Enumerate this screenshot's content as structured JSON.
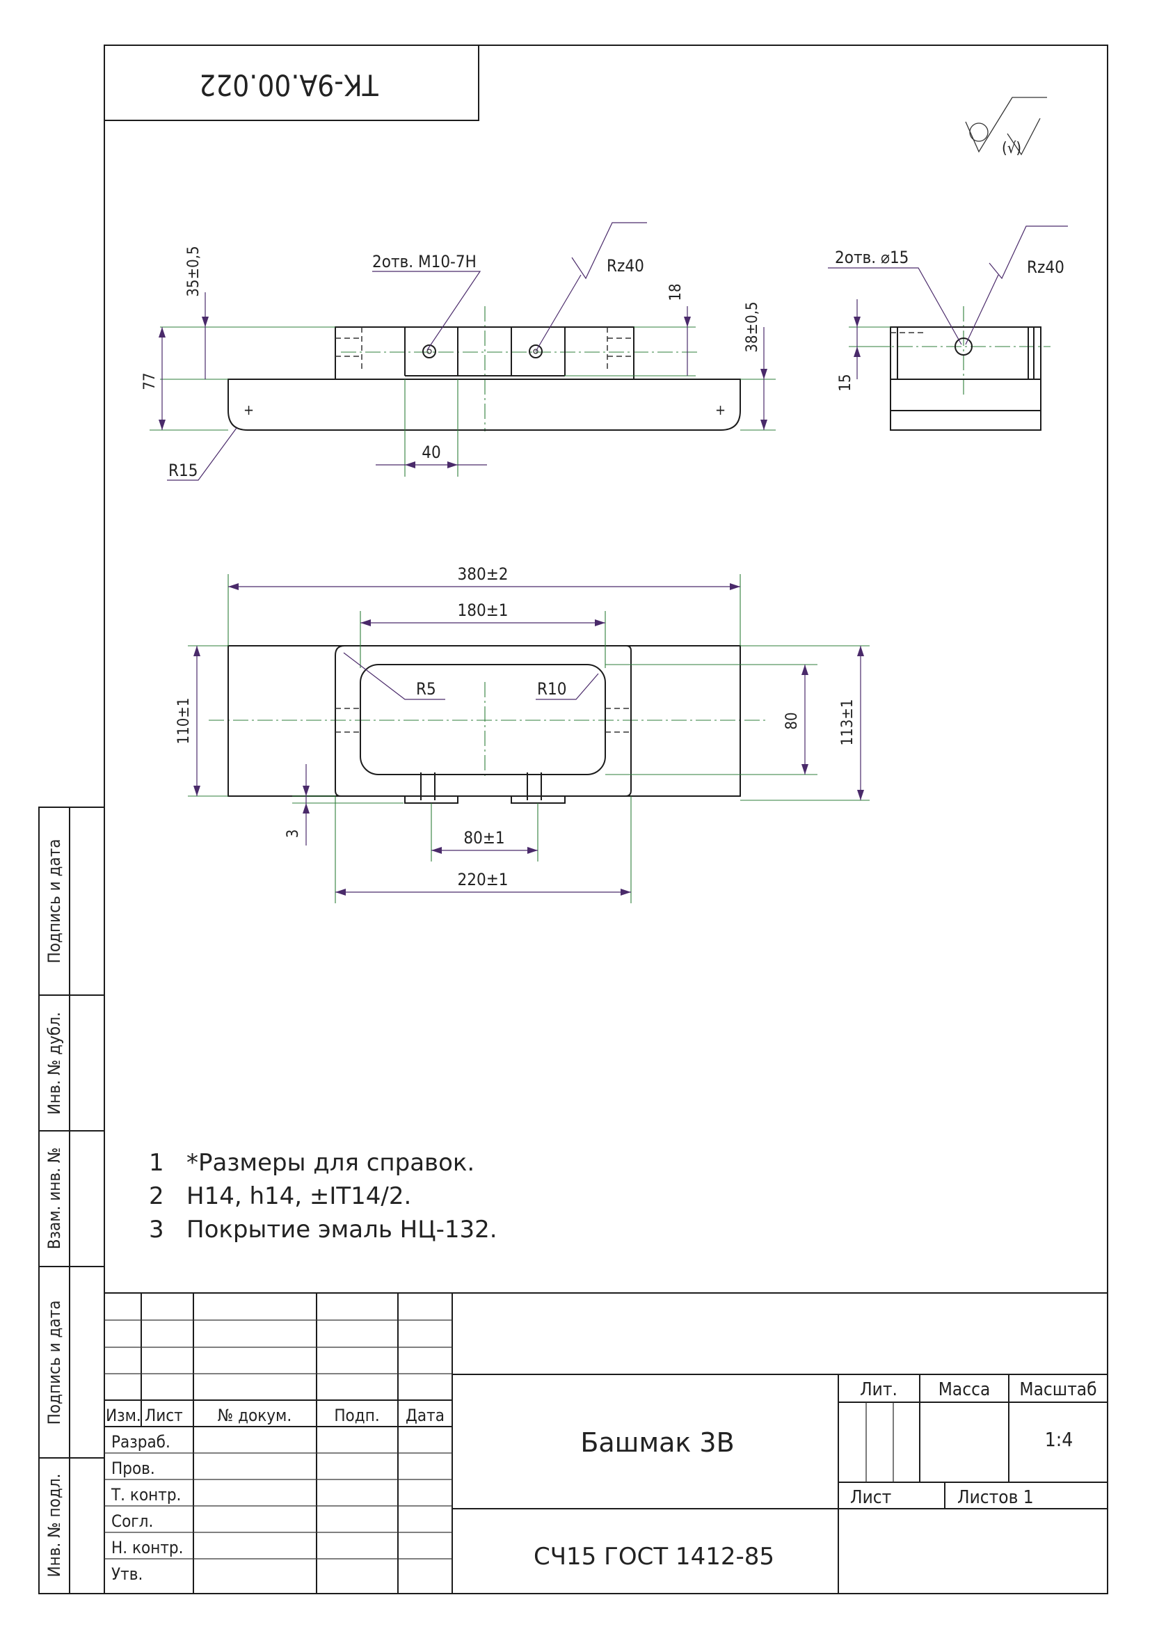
{
  "doc_code": "ТК-9А.00.022",
  "roughness_general": "(√)",
  "views": {
    "front": {
      "hole_callout": "2отв. М10-7Н",
      "roughness": "Rz40",
      "dim_35": "35±0,5",
      "dim_77": "77",
      "dim_18": "18",
      "dim_38": "38±0,5",
      "dim_40": "40",
      "radius": "R15"
    },
    "side": {
      "hole_callout": "2отв. ⌀15",
      "roughness": "Rz40",
      "dim_15": "15"
    },
    "top": {
      "dim_380": "380±2",
      "dim_180": "180±1",
      "r5": "R5",
      "r10": "R10",
      "dim_110": "110±1",
      "dim_80v": "80",
      "dim_113": "113±1",
      "dim_3": "3",
      "dim_80h": "80±1",
      "dim_220": "220±1"
    }
  },
  "notes": [
    {
      "num": "1",
      "text": "*Размеры для справок."
    },
    {
      "num": "2",
      "text": "Н14, h14, ±IT14/2."
    },
    {
      "num": "3",
      "text": "Покрытие эмаль НЦ-132."
    }
  ],
  "side_columns": [
    "Инв. № подл.",
    "Подпись и дата",
    "Взам. инв. №",
    "Инв. № дубл.",
    "Подпись и дата"
  ],
  "title_block": {
    "col_headers": [
      "Изм.",
      "Лист",
      "№ докум.",
      "Подп.",
      "Дата"
    ],
    "row_labels": [
      "Разраб.",
      "Пров.",
      "Т. контр.",
      "Согл.",
      "Н. контр.",
      "Утв."
    ],
    "part_name": "Башмак 3В",
    "material": "СЧ15 ГОСТ 1412-85",
    "lit_label": "Лит.",
    "mass_label": "Масса",
    "scale_label": "Масштаб",
    "scale_value": "1:4",
    "sheet_label": "Лист",
    "sheets_label": "Листов 1"
  }
}
